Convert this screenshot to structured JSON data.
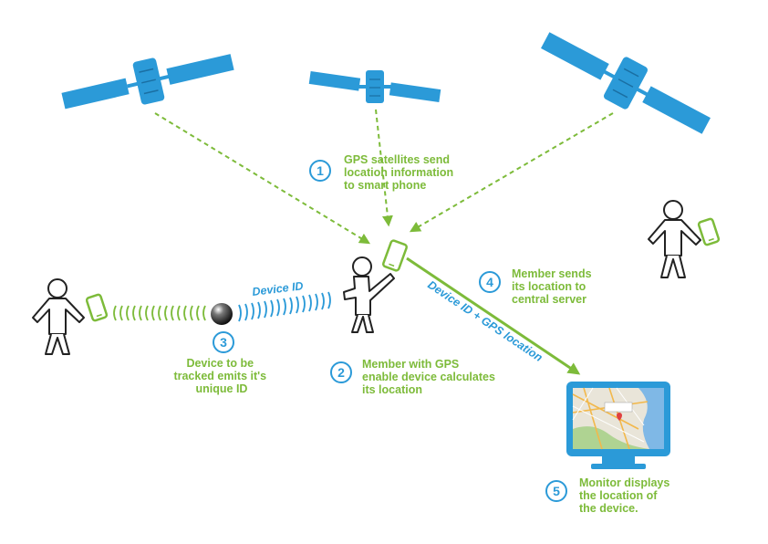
{
  "colors": {
    "satellite": "#2b9ad8",
    "green": "#7dbb3a",
    "blue": "#2b9ad8",
    "figure": "#222222"
  },
  "steps": [
    {
      "number": "1",
      "lines": [
        "GPS satellites send",
        "location information",
        "to smart phone"
      ]
    },
    {
      "number": "2",
      "lines": [
        "Member with GPS",
        "enable device calculates",
        "its location"
      ]
    },
    {
      "number": "3",
      "lines": [
        "Device to be",
        "tracked emits it's",
        "unique ID"
      ]
    },
    {
      "number": "4",
      "lines": [
        "Member sends",
        "its location to",
        "central server"
      ]
    },
    {
      "number": "5",
      "lines": [
        "Monitor displays",
        "the location of",
        "the device."
      ]
    }
  ],
  "labels": {
    "device_id": "Device ID",
    "device_id_gps": "Device ID + GPS location"
  },
  "icons": {
    "satellite": "satellite-icon",
    "person": "person-icon",
    "phone": "phone-icon",
    "beacon": "beacon-icon",
    "monitor": "monitor-icon",
    "map": "map-icon"
  }
}
